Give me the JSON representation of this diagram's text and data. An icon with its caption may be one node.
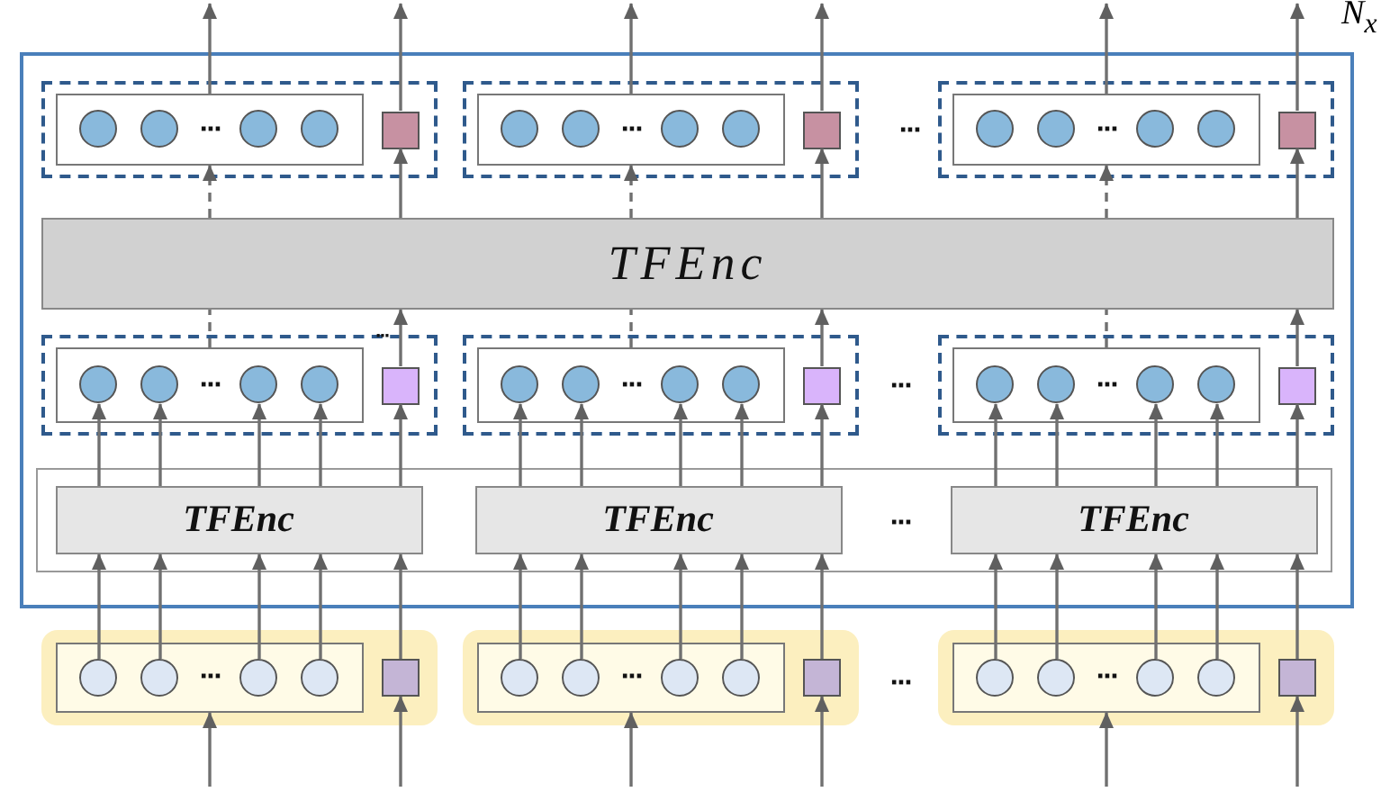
{
  "diagram": {
    "nodes": [
      {
        "text": [
          "N$_{x}$"
        ]
      },
      {
        "text": [],
        "shape": "box",
        "in": 0
      },
      {
        "text": [
          "···"
        ],
        "in": 1
      },
      {
        "text": [],
        "shape": "circle",
        "in": 2
      },
      {
        "text": [],
        "shape": "circle",
        "in": 2
      },
      {
        "text": [],
        "shape": "circle",
        "in": 2
      },
      {
        "text": [],
        "shape": "circle",
        "in": 2
      },
      {
        "text": [],
        "shape": "box",
        "in": 1
      },
      {
        "text": [],
        "shape": "box",
        "in": 0
      },
      {
        "text": [
          "···"
        ],
        "in": 8
      },
      {
        "text": [],
        "shape": "circle",
        "in": 9
      },
      {
        "text": [],
        "shape": "circle",
        "in": 9
      },
      {
        "text": [],
        "shape": "circle",
        "in": 9
      },
      {
        "text": [],
        "shape": "circle",
        "in": 9
      },
      {
        "text": [],
        "shape": "box",
        "in": 8
      },
      {
        "text": [],
        "shape": "box",
        "in": 0
      },
      {
        "text": [
          "···"
        ],
        "in": 15
      },
      {
        "text": [],
        "shape": "circle",
        "in": 16
      },
      {
        "text": [],
        "shape": "circle",
        "in": 16
      },
      {
        "text": [],
        "shape": "circle",
        "in": 16
      },
      {
        "text": [],
        "shape": "circle",
        "in": 16
      },
      {
        "text": [],
        "shape": "box",
        "in": 15
      },
      {
        "text": [
          "TFEnc"
        ],
        "in": 0
      },
      {
        "text": [],
        "shape": "box",
        "in": 0
      },
      {
        "text": [
          "···"
        ],
        "in": 23
      },
      {
        "text": [],
        "shape": "circle",
        "in": 24
      },
      {
        "text": [],
        "shape": "circle",
        "in": 24
      },
      {
        "text": [],
        "shape": "circle",
        "in": 24
      },
      {
        "text": [],
        "shape": "circle",
        "in": 24
      },
      {
        "text": [],
        "shape": "box",
        "in": 23
      },
      {
        "text": [],
        "shape": "box",
        "in": 0
      },
      {
        "text": [
          "···"
        ],
        "in": 30
      },
      {
        "text": [],
        "shape": "circle",
        "in": 31
      },
      {
        "text": [],
        "shape": "circle",
        "in": 31
      },
      {
        "text": [],
        "shape": "circle",
        "in": 31
      },
      {
        "text": [],
        "shape": "circle",
        "in": 31
      },
      {
        "text": [],
        "shape": "box",
        "in": 30
      },
      {
        "text": [],
        "shape": "box",
        "in": 0
      },
      {
        "text": [
          "···"
        ],
        "in": 37
      },
      {
        "text": [],
        "shape": "circle",
        "in": 38
      },
      {
        "text": [],
        "shape": "circle",
        "in": 38
      },
      {
        "text": [],
        "shape": "circle",
        "in": 38
      },
      {
        "text": [],
        "shape": "circle",
        "in": 38
      },
      {
        "text": [],
        "shape": "box",
        "in": 37
      },
      {
        "text": [],
        "shape": "box",
        "in": 0
      },
      {
        "text": [
          "TFEnc"
        ],
        "in": 44
      },
      {
        "text": [
          "TFEnc"
        ],
        "in": 44
      },
      {
        "text": [
          "TFEnc"
        ],
        "in": 44
      },
      {
        "text": [],
        "shape": "box"
      },
      {
        "text": [
          "···"
        ],
        "in": 48
      },
      {
        "text": [],
        "shape": "circle",
        "in": 49
      },
      {
        "text": [],
        "shape": "circle",
        "in": 49
      },
      {
        "text": [],
        "shape": "circle",
        "in": 49
      },
      {
        "text": [],
        "shape": "circle",
        "in": 49
      },
      {
        "text": [],
        "shape": "box",
        "in": 48
      },
      {
        "text": [],
        "shape": "box"
      },
      {
        "text": [
          "···"
        ],
        "in": 55
      },
      {
        "text": [],
        "shape": "circle",
        "in": 56
      },
      {
        "text": [],
        "shape": "circle",
        "in": 56
      },
      {
        "text": [],
        "shape": "circle",
        "in": 56
      },
      {
        "text": [],
        "shape": "circle",
        "in": 56
      },
      {
        "text": [],
        "shape": "box",
        "in": 55
      },
      {
        "text": [],
        "shape": "box"
      },
      {
        "text": [
          "···"
        ],
        "in": 62
      },
      {
        "text": [],
        "shape": "circle",
        "in": 63
      },
      {
        "text": [],
        "shape": "circle",
        "in": 63
      },
      {
        "text": [],
        "shape": "circle",
        "in": 63
      },
      {
        "text": [],
        "shape": "circle",
        "in": 63
      },
      {
        "text": [],
        "shape": "box",
        "in": 62
      }
    ],
    "edges": [
      {
        "from": 2,
        "to": null,
        "arrow": "to"
      },
      {
        "from": 7,
        "to": null,
        "arrow": "to"
      },
      {
        "from": 22,
        "to": 2,
        "arrow": "to",
        "style": "dashed"
      },
      {
        "from": 22,
        "to": 7,
        "arrow": "to"
      },
      {
        "from": 24,
        "to": 22,
        "arrow": "none",
        "style": "dashed"
      },
      {
        "from": 29,
        "to": 22,
        "arrow": "to"
      },
      {
        "from": 45,
        "to": 25,
        "arrow": "to"
      },
      {
        "from": 45,
        "to": 26,
        "arrow": "to"
      },
      {
        "from": 45,
        "to": 27,
        "arrow": "to"
      },
      {
        "from": 45,
        "to": 28,
        "arrow": "to"
      },
      {
        "from": 45,
        "to": 29,
        "arrow": "to"
      },
      {
        "from": 50,
        "to": 45,
        "arrow": "to"
      },
      {
        "from": 51,
        "to": 45,
        "arrow": "to"
      },
      {
        "from": 52,
        "to": 45,
        "arrow": "to"
      },
      {
        "from": 53,
        "to": 45,
        "arrow": "to"
      },
      {
        "from": 54,
        "to": 45,
        "arrow": "to"
      },
      {
        "from": null,
        "to": 49,
        "arrow": "to"
      },
      {
        "from": null,
        "to": 54,
        "arrow": "to"
      },
      {
        "from": 9,
        "to": null,
        "arrow": "to"
      },
      {
        "from": 14,
        "to": null,
        "arrow": "to"
      },
      {
        "from": 22,
        "to": 9,
        "arrow": "to",
        "style": "dashed"
      },
      {
        "from": 22,
        "to": 14,
        "arrow": "to"
      },
      {
        "from": 31,
        "to": 22,
        "arrow": "none",
        "style": "dashed"
      },
      {
        "from": 36,
        "to": 22,
        "arrow": "to"
      },
      {
        "from": 46,
        "to": 32,
        "arrow": "to"
      },
      {
        "from": 46,
        "to": 33,
        "arrow": "to"
      },
      {
        "from": 46,
        "to": 34,
        "arrow": "to"
      },
      {
        "from": 46,
        "to": 35,
        "arrow": "to"
      },
      {
        "from": 46,
        "to": 36,
        "arrow": "to"
      },
      {
        "from": 57,
        "to": 46,
        "arrow": "to"
      },
      {
        "from": 58,
        "to": 46,
        "arrow": "to"
      },
      {
        "from": 59,
        "to": 46,
        "arrow": "to"
      },
      {
        "from": 60,
        "to": 46,
        "arrow": "to"
      },
      {
        "from": 61,
        "to": 46,
        "arrow": "to"
      },
      {
        "from": null,
        "to": 56,
        "arrow": "to"
      },
      {
        "from": null,
        "to": 61,
        "arrow": "to"
      },
      {
        "from": 16,
        "to": null,
        "arrow": "to"
      },
      {
        "from": 21,
        "to": null,
        "arrow": "to"
      },
      {
        "from": 22,
        "to": 16,
        "arrow": "to",
        "style": "dashed"
      },
      {
        "from": 22,
        "to": 21,
        "arrow": "to"
      },
      {
        "from": 38,
        "to": 22,
        "arrow": "none",
        "style": "dashed"
      },
      {
        "from": 43,
        "to": 22,
        "arrow": "to"
      },
      {
        "from": 47,
        "to": 39,
        "arrow": "to"
      },
      {
        "from": 47,
        "to": 40,
        "arrow": "to"
      },
      {
        "from": 47,
        "to": 41,
        "arrow": "to"
      },
      {
        "from": 47,
        "to": 42,
        "arrow": "to"
      },
      {
        "from": 47,
        "to": 43,
        "arrow": "to"
      },
      {
        "from": 64,
        "to": 47,
        "arrow": "to"
      },
      {
        "from": 65,
        "to": 47,
        "arrow": "to"
      },
      {
        "from": 66,
        "to": 47,
        "arrow": "to"
      },
      {
        "from": 67,
        "to": 47,
        "arrow": "to"
      },
      {
        "from": 68,
        "to": 47,
        "arrow": "to"
      },
      {
        "from": null,
        "to": 63,
        "arrow": "to"
      },
      {
        "from": null,
        "to": 68,
        "arrow": "to"
      }
    ],
    "labels": [
      "···",
      "···",
      "···",
      "···",
      "···"
    ]
  }
}
